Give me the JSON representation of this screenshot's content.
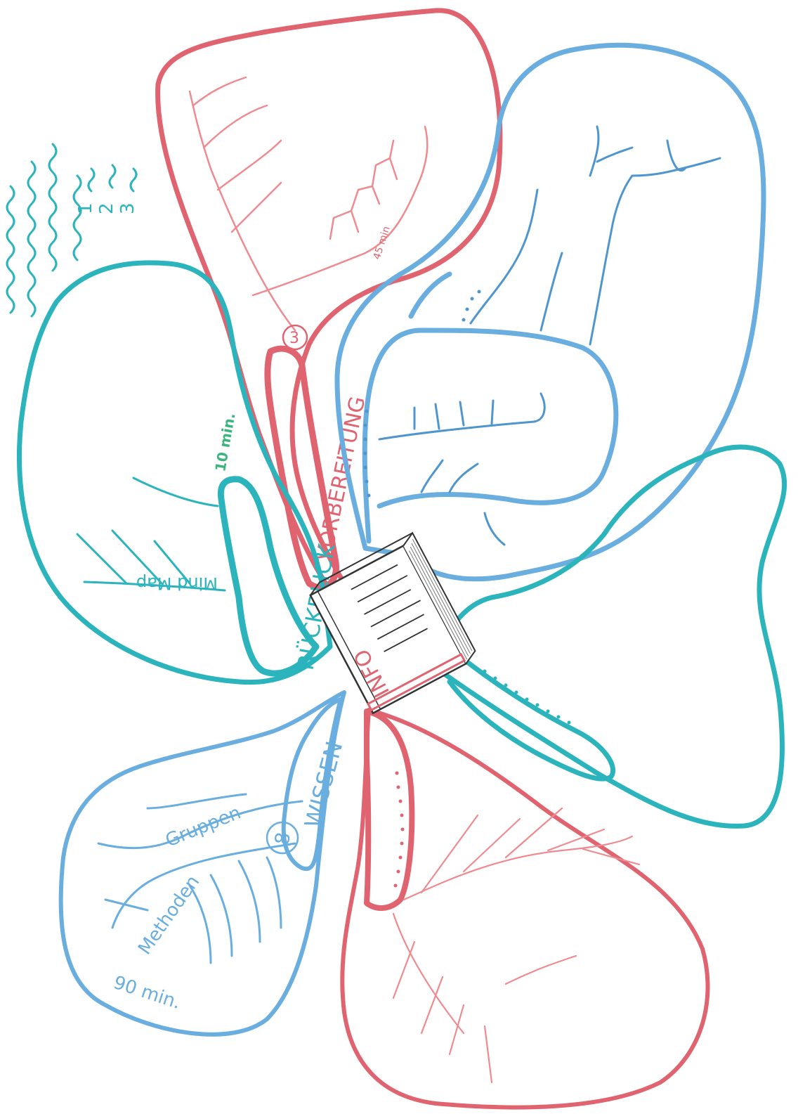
{
  "colors": {
    "red": "#e06470",
    "red_light": "#ef8b90",
    "blue": "#6aaee0",
    "blue_dark": "#4f96cf",
    "teal": "#2cb4bd",
    "green": "#3bb57d",
    "ink": "#333333"
  },
  "center": {
    "book_label": "INFO",
    "icon": "book-icon"
  },
  "branches": {
    "vorbereitung": {
      "label": "VORBEREITUNG",
      "number": "3",
      "time": "45 min"
    },
    "rueckblick": {
      "label": "RÜCKBLICK",
      "time": "10 min.",
      "sub": "Mind Map"
    },
    "wissen": {
      "label": "WISSEN",
      "number": "8",
      "time": "90 min.",
      "sub_1": "Gruppen",
      "sub_2": "Methoden"
    }
  },
  "legend": {
    "items": [
      "1",
      "2",
      "3"
    ]
  }
}
